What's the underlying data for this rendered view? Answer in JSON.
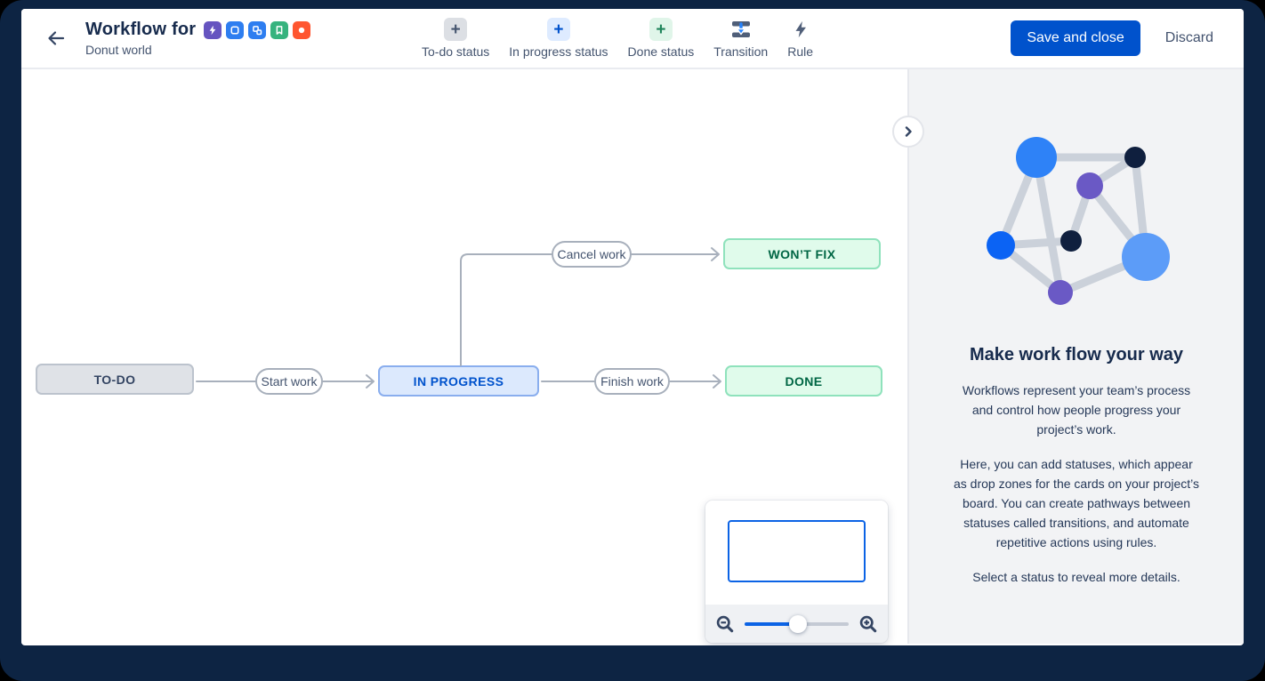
{
  "header": {
    "back_label": "Back",
    "title": "Workflow for",
    "subtitle": "Donut world",
    "issue_types": [
      {
        "name": "epic",
        "color": "#6554C0"
      },
      {
        "name": "task",
        "color": "#2E7EF0"
      },
      {
        "name": "subtask",
        "color": "#2E7EF0"
      },
      {
        "name": "story",
        "color": "#36B37E"
      },
      {
        "name": "bug",
        "color": "#FF5630"
      }
    ],
    "toolbar": [
      {
        "label": "To-do status"
      },
      {
        "label": "In progress status"
      },
      {
        "label": "Done status"
      },
      {
        "label": "Transition"
      },
      {
        "label": "Rule"
      }
    ],
    "actions": {
      "save": "Save and close",
      "discard": "Discard"
    }
  },
  "canvas": {
    "statuses": [
      {
        "label": "TO-DO",
        "category": "todo"
      },
      {
        "label": "IN PROGRESS",
        "category": "in-progress"
      },
      {
        "label": "DONE",
        "category": "done"
      },
      {
        "label": "WON’T FIX",
        "category": "done"
      }
    ],
    "transitions": [
      {
        "label": "Start work",
        "from": "TO-DO",
        "to": "IN PROGRESS"
      },
      {
        "label": "Finish work",
        "from": "IN PROGRESS",
        "to": "DONE"
      },
      {
        "label": "Cancel work",
        "from": "IN PROGRESS",
        "to": "WON’T FIX"
      }
    ]
  },
  "sidebar": {
    "heading": "Make work flow your way",
    "paragraphs": [
      "Workflows represent your team’s process and control how people progress your project’s work.",
      "Here, you can add statuses, which appear as drop zones for the cards on your project’s board. You can create pathways between statuses called transitions, and automate repetitive actions using rules.",
      "Select a status to reveal more details."
    ]
  },
  "minimap": {
    "zoom_slider_position_percent": 51
  },
  "colors": {
    "frame": "#0D2443",
    "primary_button": "#0052CC",
    "todo_node_bg": "#DFE2E7",
    "inprogress_node_bg": "#DCE9FD",
    "done_node_bg": "#E0FBEB",
    "connector": "#A8B0BC",
    "sidebar_bg": "#F2F3F5"
  }
}
